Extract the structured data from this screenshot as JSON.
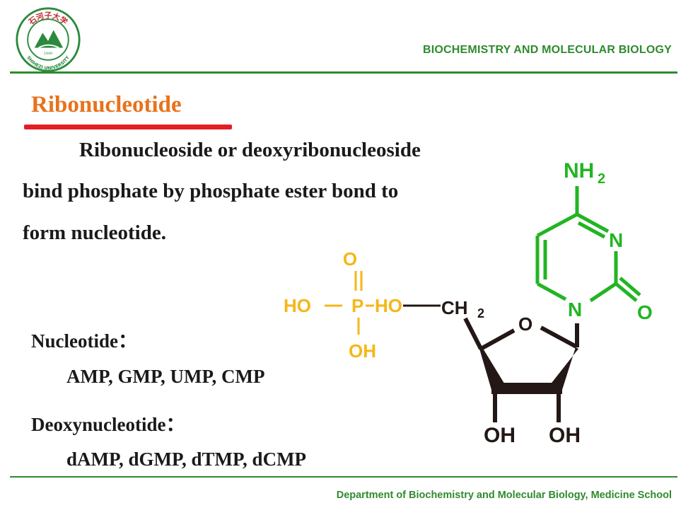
{
  "header": {
    "logo_icon": "university-seal-icon",
    "logo_text_top": "石河子大学",
    "logo_text_bottom": "SHIHEZI UNIVERSITY",
    "logo_year": "1949",
    "title": "BIOCHEMISTRY  AND MOLECULAR BIOLOGY"
  },
  "slide": {
    "title": "Ribonucleotide",
    "paragraph": [
      "Ribonucleoside or deoxyribonucleoside",
      "bind phosphate by phosphate ester bond to",
      "form nucleotide."
    ],
    "nucleotide_label": "Nucleotide：",
    "nucleotide_items": "AMP, GMP, UMP, CMP",
    "deoxynucleotide_label": "Deoxynucleotide：",
    "deoxynucleotide_items": "dAMP, dGMP, dTMP, dCMP"
  },
  "structure": {
    "phosphate": {
      "o_top": "O",
      "ho_left": "HO",
      "p": "P",
      "ho_right": "HO",
      "oh_bottom": "OH",
      "color": "#f5b719"
    },
    "sugar": {
      "ch2": "CH",
      "ch2_sub": "2",
      "ring_o": "O",
      "oh_left": "OH",
      "oh_right": "OH",
      "color": "#231815"
    },
    "base": {
      "nh2": "NH",
      "nh2_sub": "2",
      "n_top": "N",
      "n_bottom": "N",
      "o": "O",
      "color": "#22b522"
    }
  },
  "footer": {
    "text": "Department  of Biochemistry and Molecular Biology, Medicine School"
  },
  "colors": {
    "accent_green": "#2e8b2e",
    "title_orange": "#e8721c",
    "underline_red": "#e31e24"
  }
}
